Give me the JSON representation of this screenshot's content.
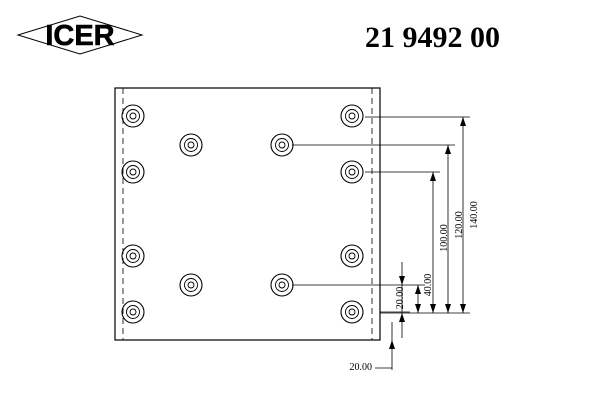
{
  "header": {
    "brand": "ICER",
    "part_number": "21 9492 00"
  },
  "dimensions": {
    "d140": "140.00",
    "d120": "120.00",
    "d100": "100.00",
    "d40": "40.00",
    "d20_vertical": "20.00",
    "d20_horizontal": "20.00"
  },
  "colors": {
    "line": "#000000",
    "background": "#ffffff"
  }
}
